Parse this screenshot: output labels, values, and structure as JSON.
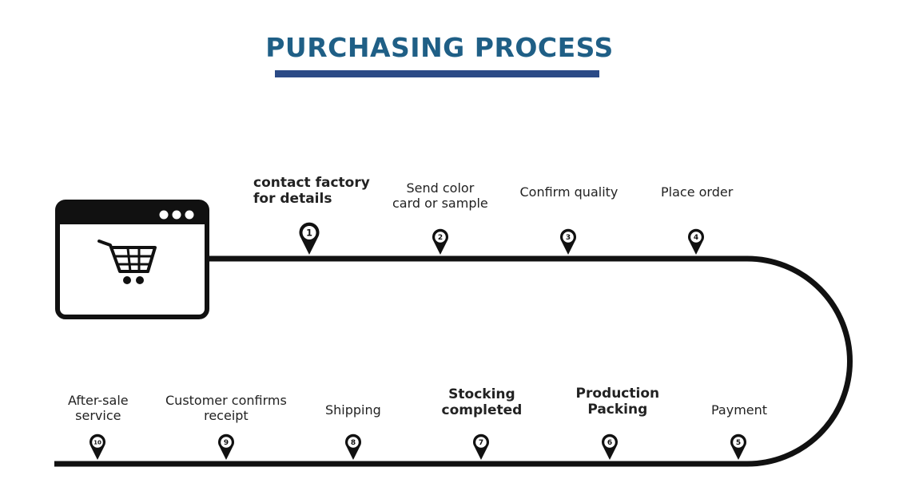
{
  "title": "PURCHASING PROCESS",
  "colors": {
    "title": "#1f5f86",
    "underline": "#2b4a86",
    "line": "#111111"
  },
  "icons": [
    "browser-window-icon",
    "shopping-cart-icon",
    "map-pin-icon"
  ],
  "steps": [
    {
      "num": "1",
      "lines": [
        "contact factory",
        "for details"
      ]
    },
    {
      "num": "2",
      "lines": [
        "Send color",
        "card or sample"
      ]
    },
    {
      "num": "3",
      "lines": [
        "Confirm quality"
      ]
    },
    {
      "num": "4",
      "lines": [
        "Place order"
      ]
    },
    {
      "num": "5",
      "lines": [
        "Payment"
      ]
    },
    {
      "num": "6",
      "lines": [
        "Production",
        "Packing"
      ]
    },
    {
      "num": "7",
      "lines": [
        "Stocking",
        "completed"
      ]
    },
    {
      "num": "8",
      "lines": [
        "Shipping"
      ]
    },
    {
      "num": "9",
      "lines": [
        "Customer confirms",
        "receipt"
      ]
    },
    {
      "num": "10",
      "lines": [
        "After-sale",
        "service"
      ]
    }
  ]
}
